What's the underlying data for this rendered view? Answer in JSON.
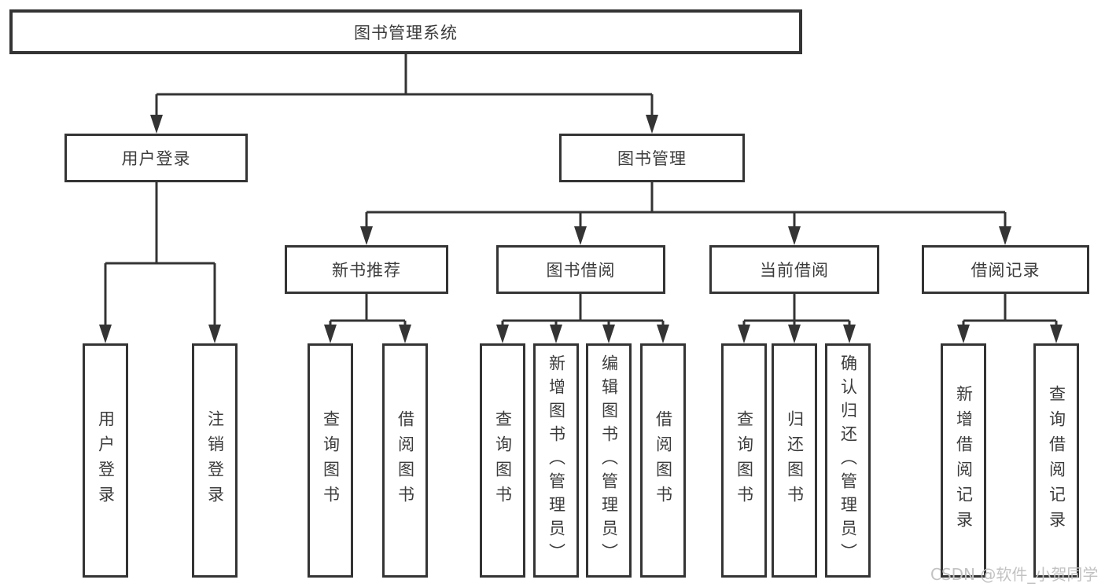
{
  "colors": {
    "line": "#343434",
    "text": "#3c3c3c",
    "background": "#ffffff",
    "watermark": "#c2c2c2"
  },
  "watermark": {
    "text": "CSDN @软件_小贺同学"
  },
  "nodes": {
    "root": "图书管理系统",
    "level2": {
      "user_login": "用户登录",
      "book_management": "图书管理"
    },
    "level3": {
      "new_book_recommend": "新书推荐",
      "book_borrow": "图书借阅",
      "current_borrow": "当前借阅",
      "borrow_record": "借阅记录"
    },
    "leaves": {
      "user_login": "用户登录",
      "logout_login": "注销登录",
      "rec_query_books": "查询图书",
      "rec_borrow_books": "借阅图书",
      "bb_query_books": "查询图书",
      "bb_add_books": "新增图书（管理员）",
      "bb_edit_books": "编辑图书（管理员）",
      "bb_borrow_books": "借阅图书",
      "cb_query_books": "查询图书",
      "cb_return_books": "归还图书",
      "cb_confirm_return": "确认归还（管理员）",
      "br_add_record": "新增借阅记录",
      "br_query_record": "查询借阅记录"
    }
  }
}
